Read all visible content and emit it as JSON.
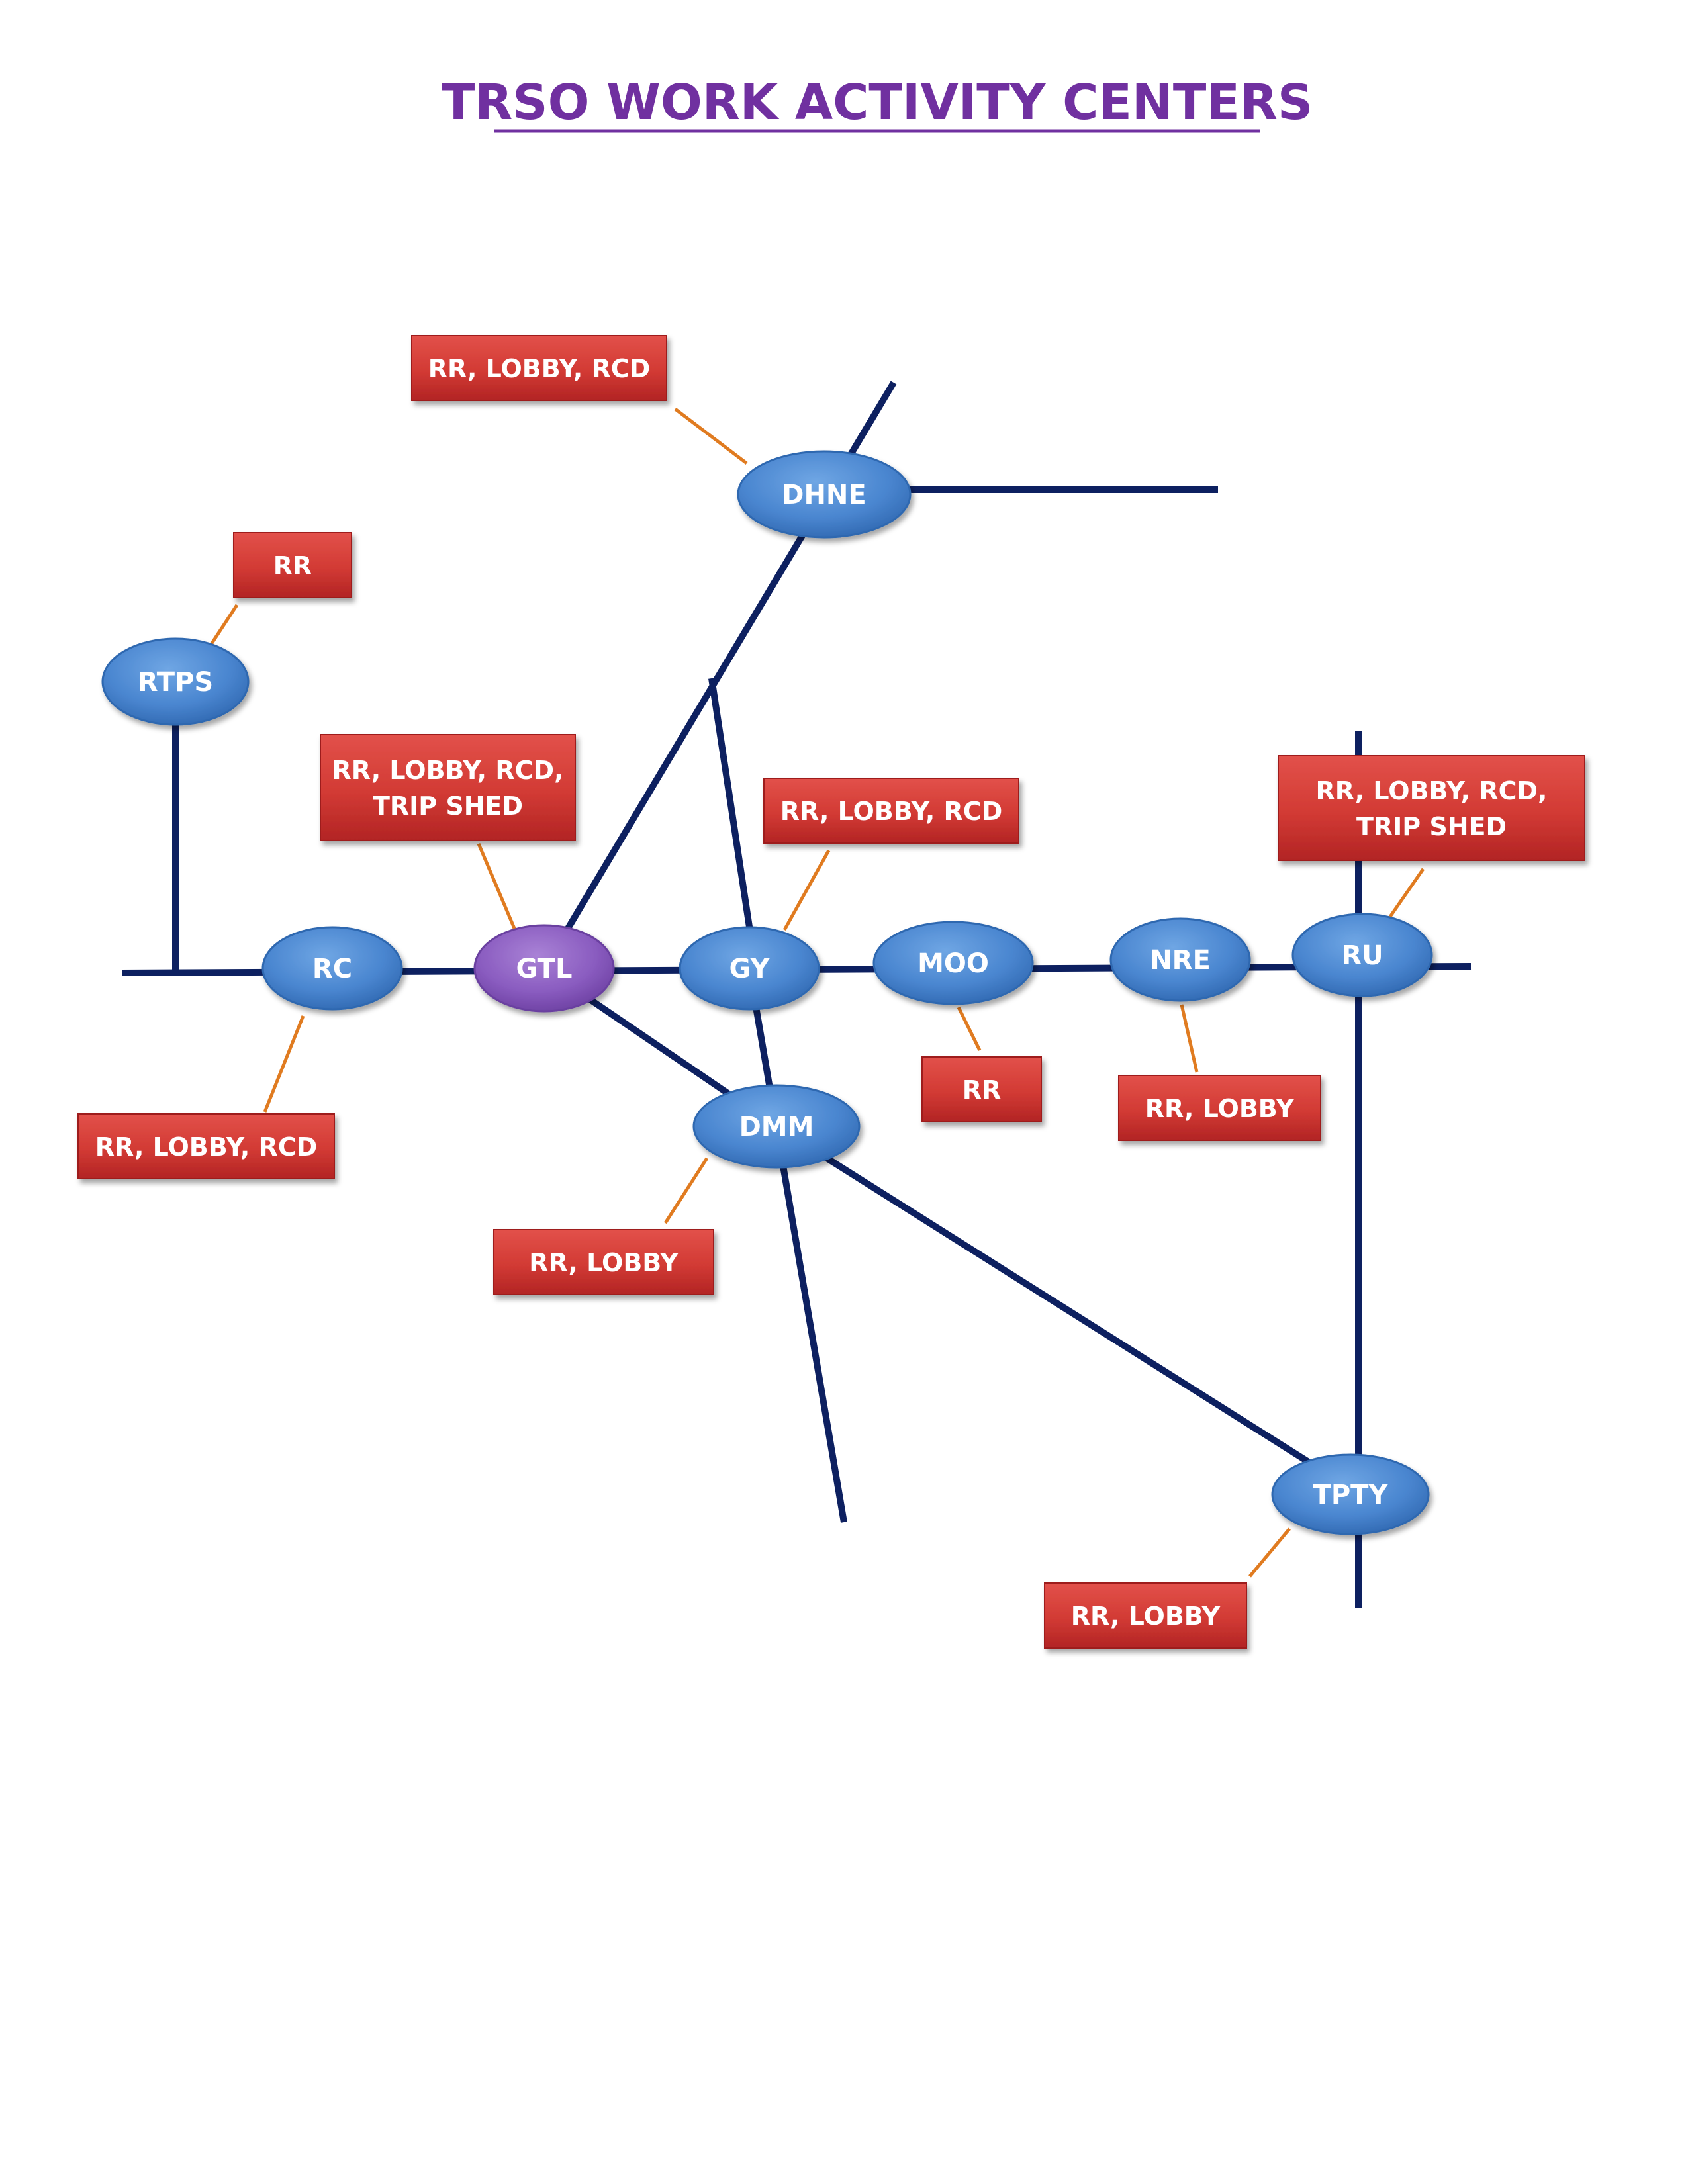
{
  "title": "TRSO WORK ACTIVITY CENTERS",
  "colors": {
    "title": "#7030A0",
    "track": "#0D2060",
    "connector": "#E07B20",
    "node_fill": "#4A86D0",
    "node_fill_dark": "#2F67B0",
    "hub_fill": "#8A5CC0",
    "hub_fill_dark": "#6B3FA0",
    "box_fill": "#D23A34",
    "box_fill_dark": "#B22424"
  },
  "stations": [
    {
      "id": "rtps",
      "label": "RTPS",
      "hub": false
    },
    {
      "id": "dhne",
      "label": "DHNE",
      "hub": false
    },
    {
      "id": "rc",
      "label": "RC",
      "hub": false
    },
    {
      "id": "gtl",
      "label": "GTL",
      "hub": true
    },
    {
      "id": "gy",
      "label": "GY",
      "hub": false
    },
    {
      "id": "moo",
      "label": "MOO",
      "hub": false
    },
    {
      "id": "nre",
      "label": "NRE",
      "hub": false
    },
    {
      "id": "ru",
      "label": "RU",
      "hub": false
    },
    {
      "id": "dmm",
      "label": "DMM",
      "hub": false
    },
    {
      "id": "tpty",
      "label": "TPTY",
      "hub": false
    }
  ],
  "facilities": [
    {
      "station": "dhne",
      "lines": [
        "RR, LOBBY, RCD"
      ]
    },
    {
      "station": "rtps",
      "lines": [
        "RR"
      ]
    },
    {
      "station": "gtl",
      "lines": [
        "RR, LOBBY, RCD,",
        "TRIP SHED"
      ]
    },
    {
      "station": "gy",
      "lines": [
        "RR, LOBBY, RCD"
      ]
    },
    {
      "station": "ru",
      "lines": [
        "RR, LOBBY, RCD,",
        "TRIP SHED"
      ]
    },
    {
      "station": "rc",
      "lines": [
        "RR, LOBBY, RCD"
      ]
    },
    {
      "station": "moo",
      "lines": [
        "RR"
      ]
    },
    {
      "station": "nre",
      "lines": [
        "RR, LOBBY"
      ]
    },
    {
      "station": "dmm",
      "lines": [
        "RR, LOBBY"
      ]
    },
    {
      "station": "tpty",
      "lines": [
        "RR, LOBBY"
      ]
    }
  ]
}
